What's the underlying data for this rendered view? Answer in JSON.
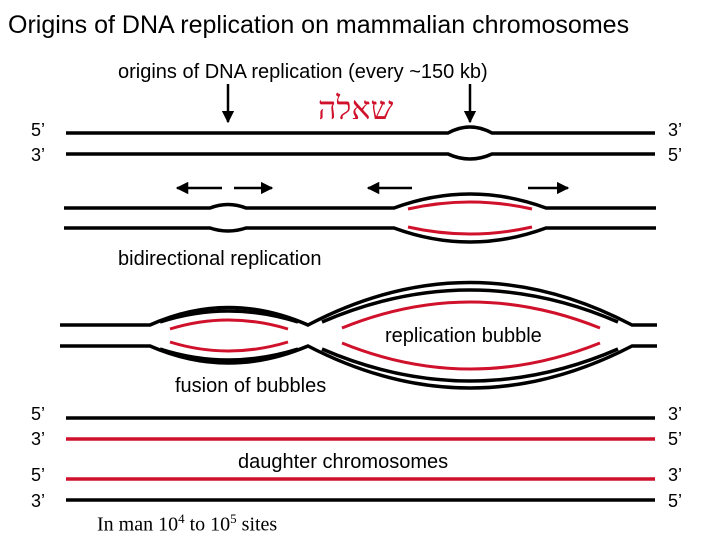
{
  "title": "Origins of DNA replication on mammalian chromosomes",
  "origins_label": "origins of DNA replication (every ~150 kb)",
  "hebrew_text": "שאלה",
  "strand_ends": {
    "top_left_1": "5’",
    "top_left_2": "3’",
    "top_right_1": "3’",
    "top_right_2": "5’",
    "bottom_left_1": "5’",
    "bottom_left_2": "3’",
    "bottom_left_3": "5’",
    "bottom_left_4": "3’",
    "bottom_right_1": "3’",
    "bottom_right_2": "5’",
    "bottom_right_3": "3’",
    "bottom_right_4": "5’"
  },
  "bidirectional_label": "bidirectional replication",
  "replication_bubble_label": "replication bubble",
  "fusion_label": "fusion of bubbles",
  "daughter_label": "daughter chromosomes",
  "sites_note": {
    "prefix": "In man 10",
    "exp1": "4",
    "middle": " to 10",
    "exp2": "5",
    "suffix": " sites"
  },
  "colors": {
    "strand": "#000000",
    "new_strand": "#d0112b"
  }
}
